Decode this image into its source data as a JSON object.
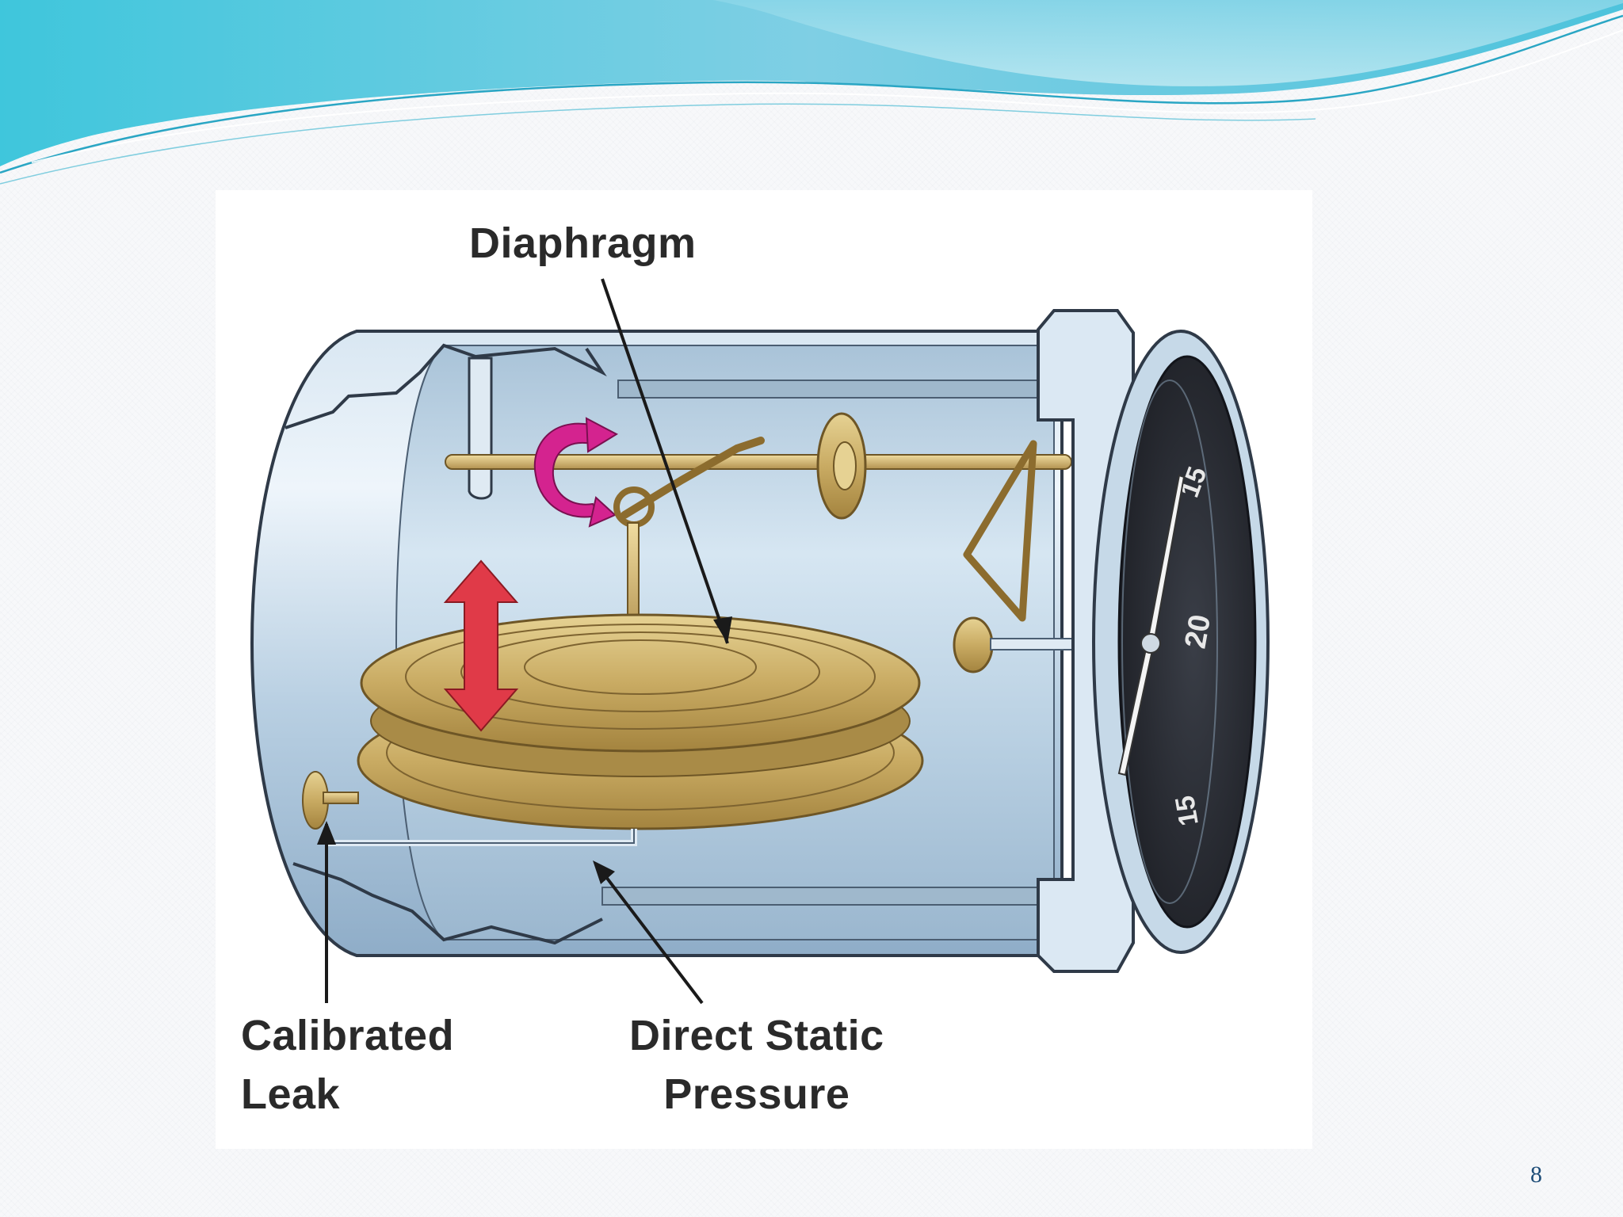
{
  "slide": {
    "page_number": "8"
  },
  "diagram": {
    "labels": {
      "diaphragm": "Diaphragm",
      "calibrated_leak": [
        "Calibrated",
        "Leak"
      ],
      "direct_static_pressure": [
        "Direct Static",
        "Pressure"
      ]
    },
    "dial_numbers": [
      "15",
      "20",
      "15"
    ]
  },
  "colors": {
    "header_wave": "#5ec8dc",
    "housing": "#b9cfe0",
    "brass": "#c9ab63",
    "arrow_red": "#e03a48",
    "rotation_magenta": "#d4238f",
    "dial_face": "#2c2f36",
    "page_number": "#1f4e79"
  }
}
